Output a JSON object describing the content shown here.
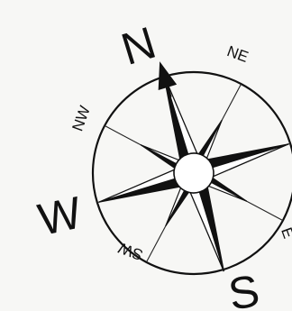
{
  "compass": {
    "labels": {
      "north": "N",
      "northeast": "NE",
      "northwest": "NW",
      "west": "W",
      "south": "S",
      "southwest": "SW",
      "east_partial": "E"
    },
    "colors": {
      "ink": "#111111",
      "background": "#f7f7f5"
    },
    "icons": {
      "needle": "north-arrow-icon"
    }
  }
}
